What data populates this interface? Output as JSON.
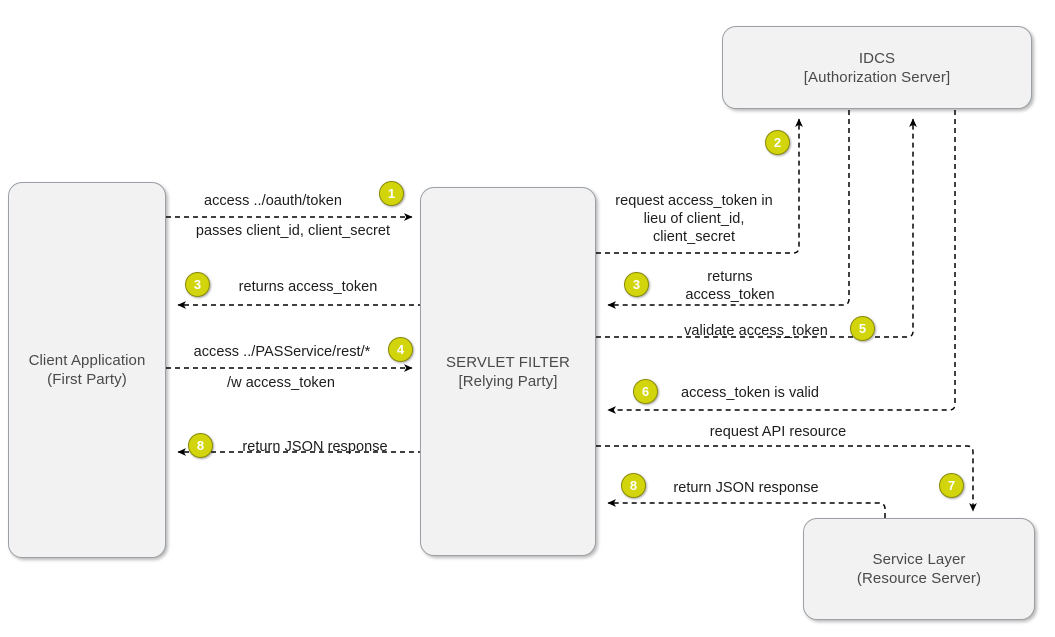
{
  "diagram": {
    "title": "OAuth token flow between Client Application, Servlet Filter, IDCS and Service Layer",
    "colors": {
      "badge_fill": "#d2d40c",
      "badge_border": "#8a8a06",
      "badge_text": "#ffffff",
      "node_fill": "#f2f2f2",
      "node_border": "#9aa0a6",
      "node_text": "#4a4a4a",
      "edge_line": "#000000",
      "label_text": "#1c1c1c",
      "background": "#ffffff"
    },
    "nodes": [
      {
        "id": "idcs",
        "label": "IDCS\n[Authorization Server]"
      },
      {
        "id": "client",
        "label": "Client Application\n(First Party)"
      },
      {
        "id": "servlet-filter",
        "label": "SERVLET FILTER\n[Relying Party]"
      },
      {
        "id": "service-layer",
        "label": "Service Layer\n(Resource Server)"
      }
    ],
    "steps": [
      {
        "number": "1",
        "label": "access ../oauth/token\npasses client_id, client_secret",
        "from": "client",
        "to": "servlet-filter"
      },
      {
        "number": "2",
        "label": "request access_token in\nlieu of client_id,\nclient_secret",
        "from": "servlet-filter",
        "to": "idcs"
      },
      {
        "number": "3",
        "label": "returns\naccess_token",
        "from": "idcs",
        "to": "servlet-filter"
      },
      {
        "number": "3",
        "label": "returns access_token",
        "from": "servlet-filter",
        "to": "client"
      },
      {
        "number": "4",
        "label": "access ../PASService/rest/*\n/w access_token",
        "from": "client",
        "to": "servlet-filter"
      },
      {
        "number": "5",
        "label": "validate access_token",
        "from": "servlet-filter",
        "to": "idcs"
      },
      {
        "number": "6",
        "label": "access_token is  valid",
        "from": "idcs",
        "to": "servlet-filter"
      },
      {
        "number": "7",
        "label": "request API resource",
        "from": "servlet-filter",
        "to": "service-layer"
      },
      {
        "number": "8",
        "label": "return JSON response",
        "from": "service-layer",
        "to": "servlet-filter"
      },
      {
        "number": "8",
        "label": "return JSON response",
        "from": "servlet-filter",
        "to": "client"
      }
    ],
    "edge_labels": {
      "access_oauth_token": "access ../oauth/token",
      "passes_creds": "passes client_id, client_secret",
      "request_access_token": "request access_token in\nlieu of client_id,\nclient_secret",
      "returns_access_token_multiline": "returns\naccess_token",
      "returns_access_token": "returns access_token",
      "access_pasfservice": "access ../PASService/rest/*",
      "w_access_token": "/w access_token",
      "validate_access_token": "validate access_token",
      "token_is_valid": "access_token is  valid",
      "request_api_resource": "request API resource",
      "return_json_response_filter": "return JSON response",
      "return_json_response_client": "return JSON response"
    },
    "badges": {
      "b1": "1",
      "b2": "2",
      "b3a": "3",
      "b3b": "3",
      "b4": "4",
      "b5": "5",
      "b6": "6",
      "b7": "7",
      "b8a": "8",
      "b8b": "8"
    }
  }
}
